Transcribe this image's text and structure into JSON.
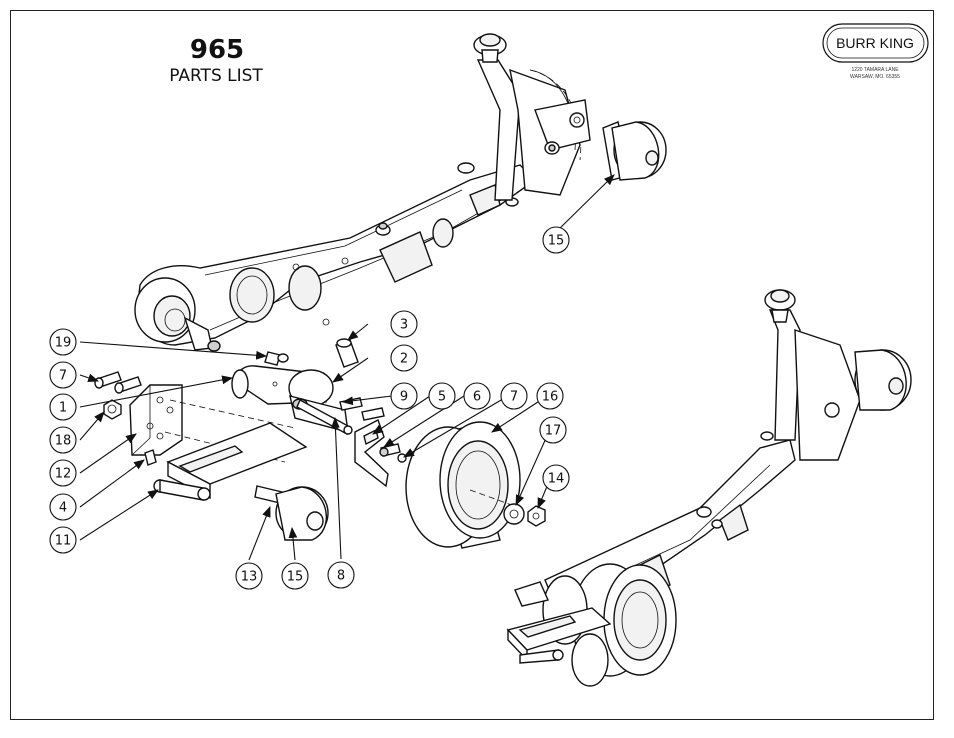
{
  "title": {
    "number": "965",
    "subtitle": "PARTS LIST"
  },
  "logo": {
    "name": "BURR KING",
    "address_line1": "1220 TAMARA LANE",
    "address_line2": "WARSAW, MO. 65355"
  },
  "callouts": [
    "19",
    "7",
    "1",
    "18",
    "12",
    "4",
    "11",
    "13",
    "15",
    "8",
    "3",
    "2",
    "9",
    "5",
    "6",
    "7",
    "16",
    "17",
    "14",
    "15"
  ]
}
